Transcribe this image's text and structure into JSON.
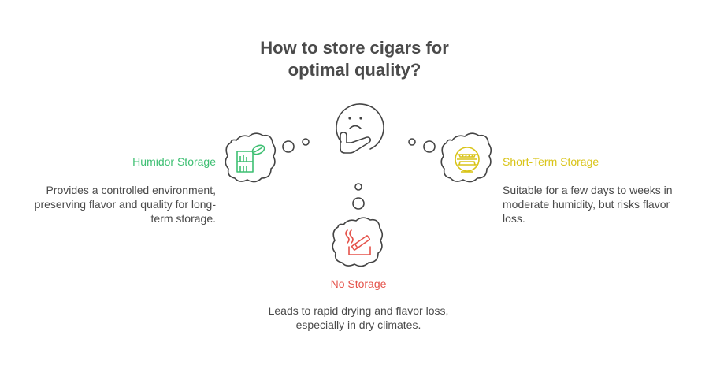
{
  "title": {
    "line1": "How to store cigars for",
    "line2": "optimal quality?"
  },
  "colors": {
    "text": "#4a4a4a",
    "outline": "#444444",
    "humidor": "#3dbf72",
    "short_term": "#d9c419",
    "no_storage": "#e5534b"
  },
  "center": {
    "icon": "thinking-face-icon"
  },
  "options": {
    "humidor": {
      "label": "Humidor Storage",
      "icon": "humidor-cabinet-icon",
      "desc_lines": [
        "Provides a controlled environment,",
        "preserving flavor and quality for long-",
        "term storage."
      ]
    },
    "short_term": {
      "label": "Short-Term Storage",
      "icon": "cigar-shelf-icon",
      "desc_lines": [
        "Suitable for a few days to weeks in",
        "moderate humidity, but risks flavor",
        "loss."
      ]
    },
    "no_storage": {
      "label": "No Storage",
      "icon": "ashtray-cigar-icon",
      "desc_lines": [
        "Leads to rapid drying and flavor loss,",
        "especially in dry climates."
      ]
    }
  }
}
